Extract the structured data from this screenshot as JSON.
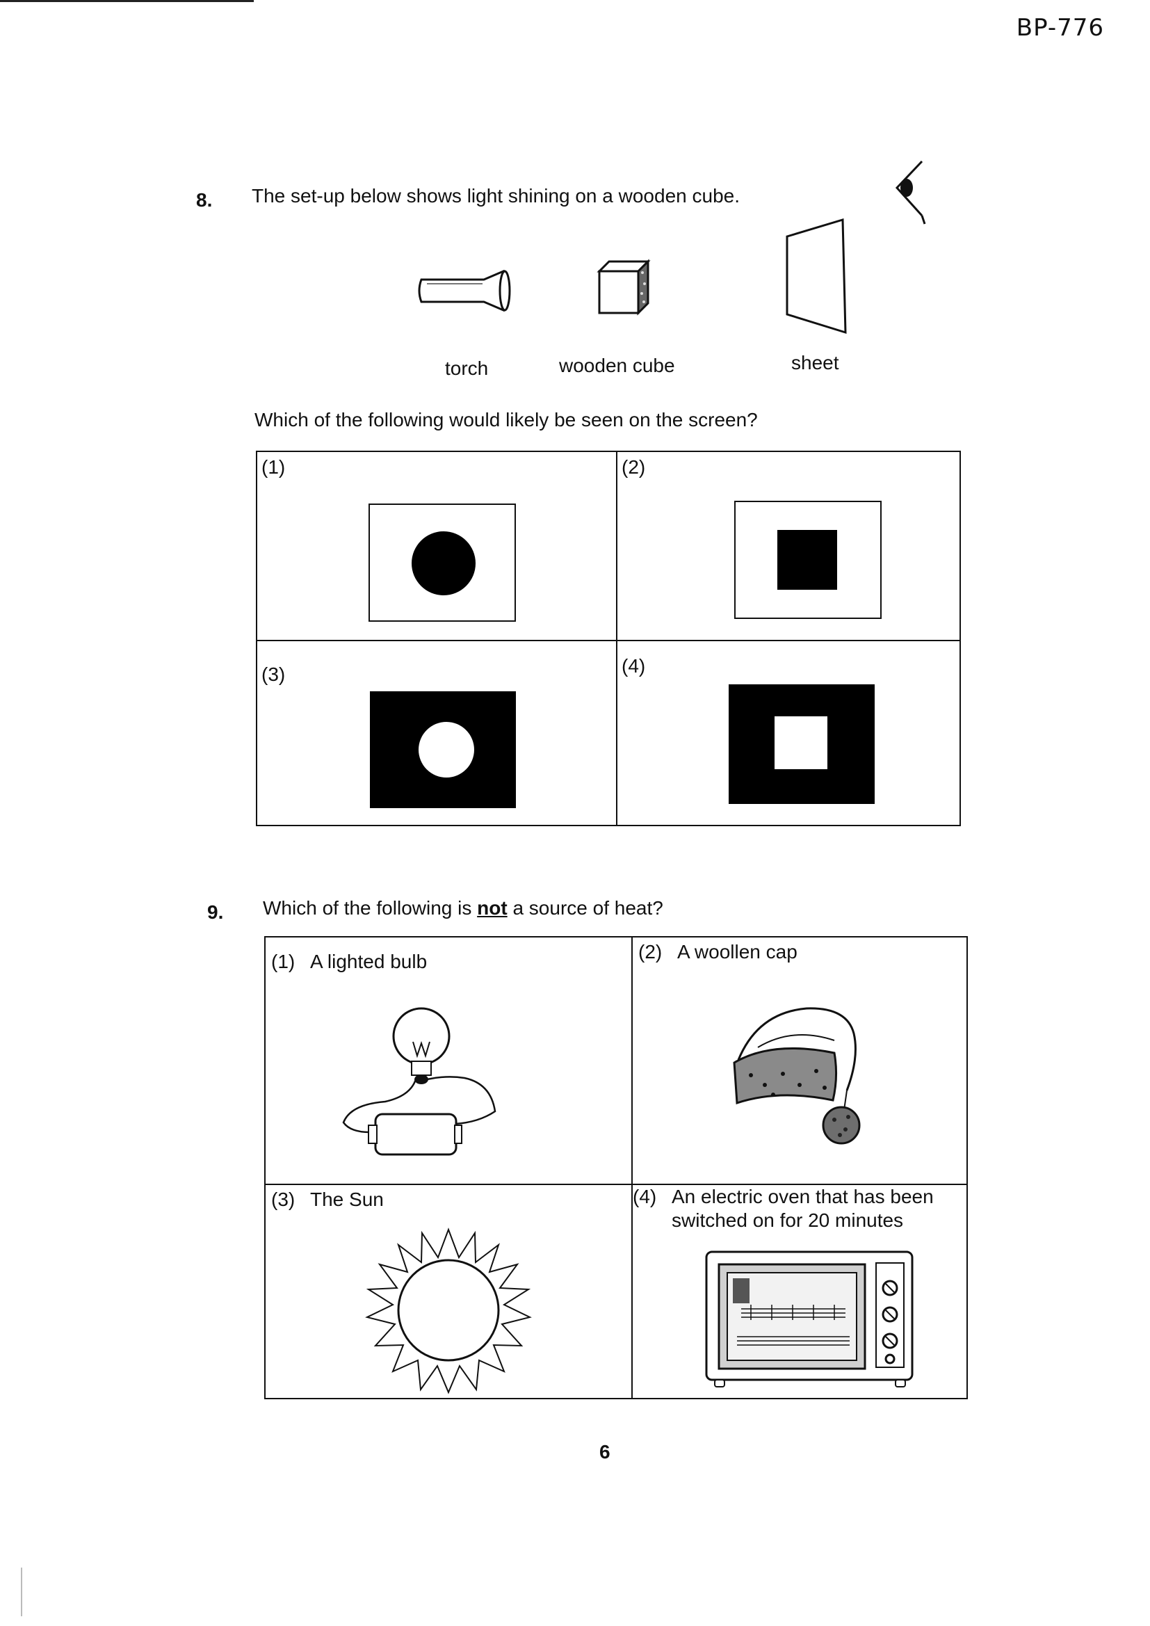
{
  "header": {
    "paper_code": "BP-776"
  },
  "questions": [
    {
      "number": "8.",
      "text": "The set-up below shows light shining on a wooden cube.",
      "setup_labels": [
        "torch",
        "wooden cube",
        "sheet"
      ],
      "prompt": "Which of the following would likely be seen on the screen?",
      "options": [
        "(1)",
        "(2)",
        "(3)",
        "(4)"
      ]
    },
    {
      "number": "9.",
      "text_before": "Which of the following is ",
      "text_emphasis": "not",
      "text_after": " a source of heat?",
      "options": [
        {
          "num": "(1)",
          "label": "A lighted bulb"
        },
        {
          "num": "(2)",
          "label": "A woollen cap"
        },
        {
          "num": "(3)",
          "label": "The Sun"
        },
        {
          "num": "(4)",
          "label": "An electric oven that has been switched on for 20 minutes"
        }
      ]
    }
  ],
  "footer": {
    "page_number": "6"
  }
}
